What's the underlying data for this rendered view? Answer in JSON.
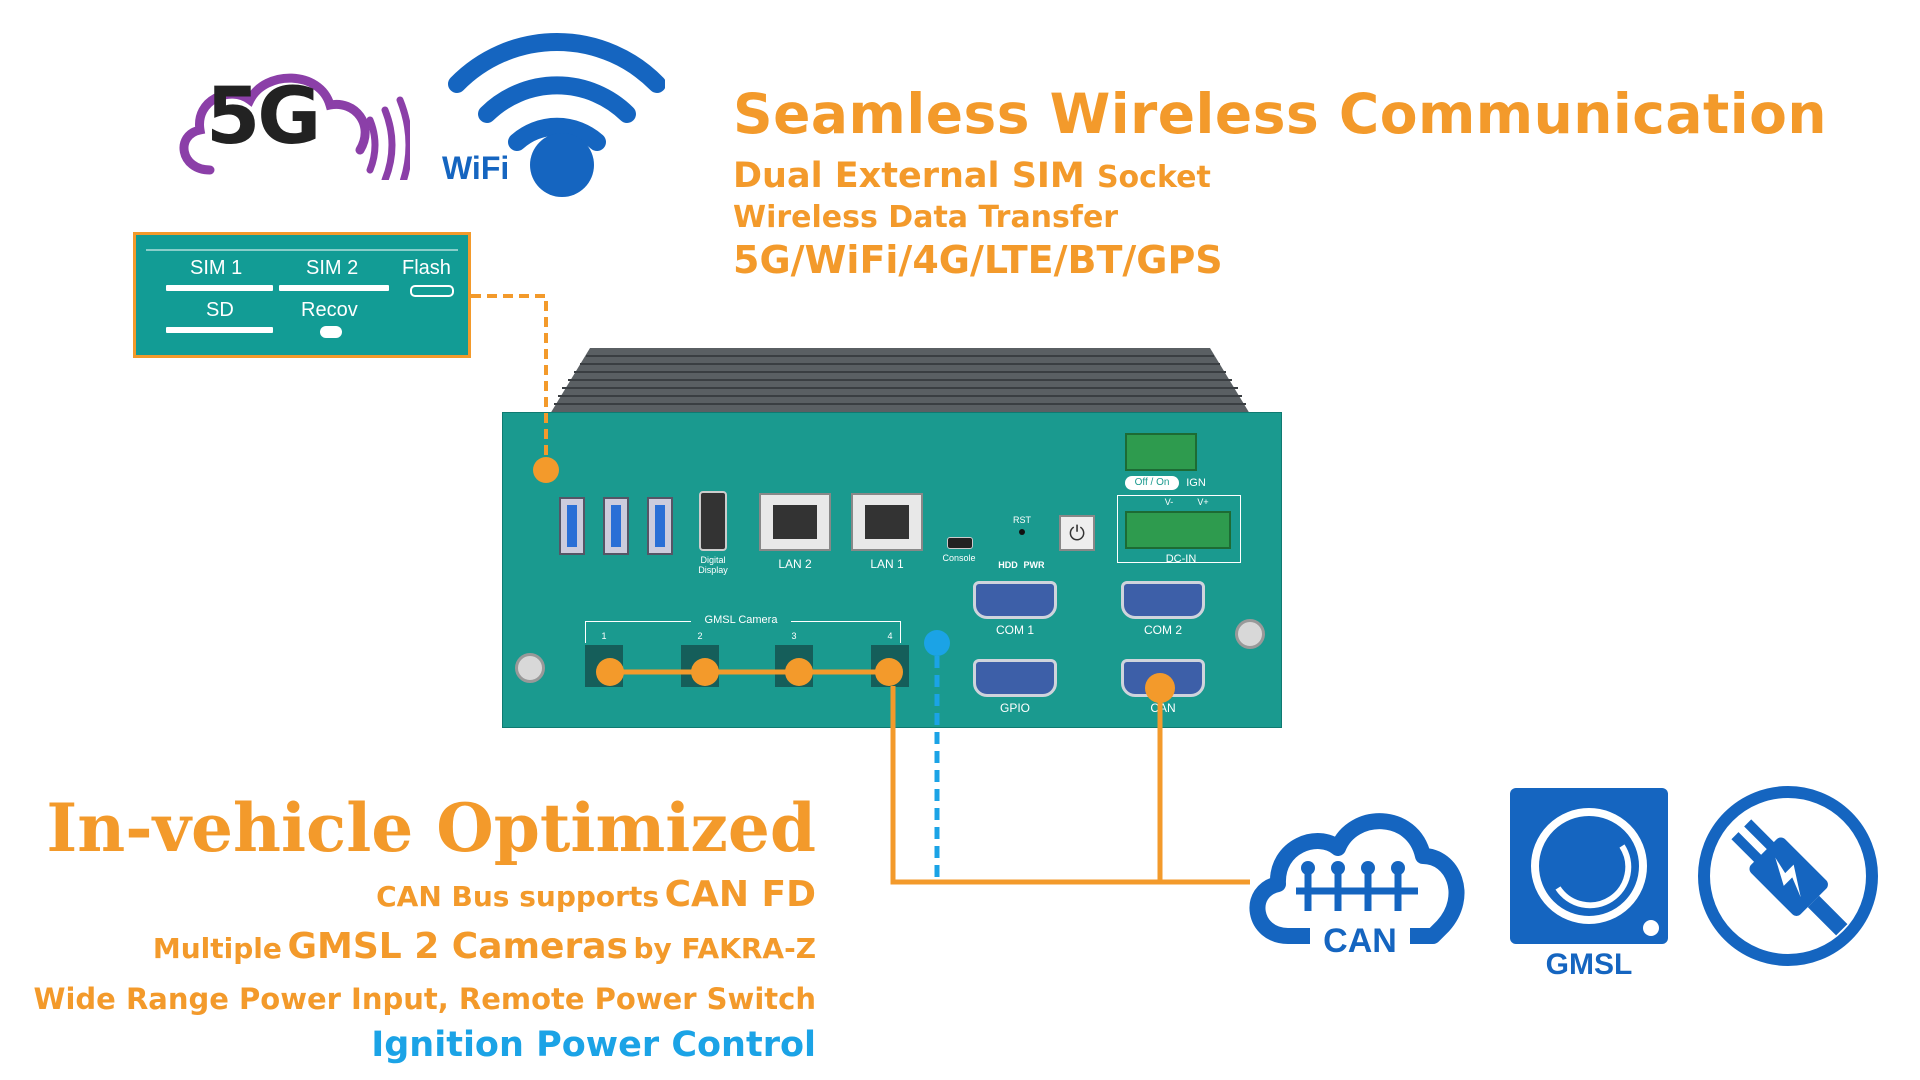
{
  "wireless": {
    "title": "Seamless Wireless Communication",
    "line1_main": "Dual External SIM",
    "line1_small": "Socket",
    "line2": "Wireless Data Transfer",
    "line3": "5G/WiFi/4G/LTE/BT/GPS"
  },
  "logos": {
    "five_g": "5G",
    "wifi": "WiFi"
  },
  "sim_panel": {
    "sim1": "SIM 1",
    "sim2": "SIM 2",
    "flash": "Flash",
    "sd": "SD",
    "recov": "Recov"
  },
  "device": {
    "digital_display": "Digital Display",
    "lan2": "LAN 2",
    "lan1": "LAN 1",
    "console": "Console",
    "rst": "RST",
    "hdd": "HDD",
    "pwr": "PWR",
    "off_on": "Off / On",
    "ign": "IGN",
    "dc_in": "DC-IN",
    "v_minus": "V-",
    "v_plus": "V+",
    "com1": "COM 1",
    "com2": "COM 2",
    "gpio": "GPIO",
    "can": "CAN",
    "gmsl_camera": "GMSL Camera",
    "cam_numbers": [
      "1",
      "2",
      "3",
      "4"
    ]
  },
  "vehicle": {
    "title": "In-vehicle Optimized",
    "can_pre": "CAN Bus supports",
    "can_main": "CAN FD",
    "gmsl_pre": "Multiple",
    "gmsl_main": "GMSL 2 Cameras",
    "gmsl_post": "by FAKRA-Z",
    "power": "Wide Range Power Input, Remote Power Switch",
    "ignition_a": "Ignition Power",
    "ignition_b": "Control"
  },
  "icons": {
    "can_label": "CAN",
    "gmsl_label": "GMSL"
  },
  "colors": {
    "orange": "#F39A2B",
    "blue": "#1BA3E6",
    "teal": "#1A9A8F",
    "icon_blue": "#1565C0",
    "purple": "#8B3FA8"
  }
}
